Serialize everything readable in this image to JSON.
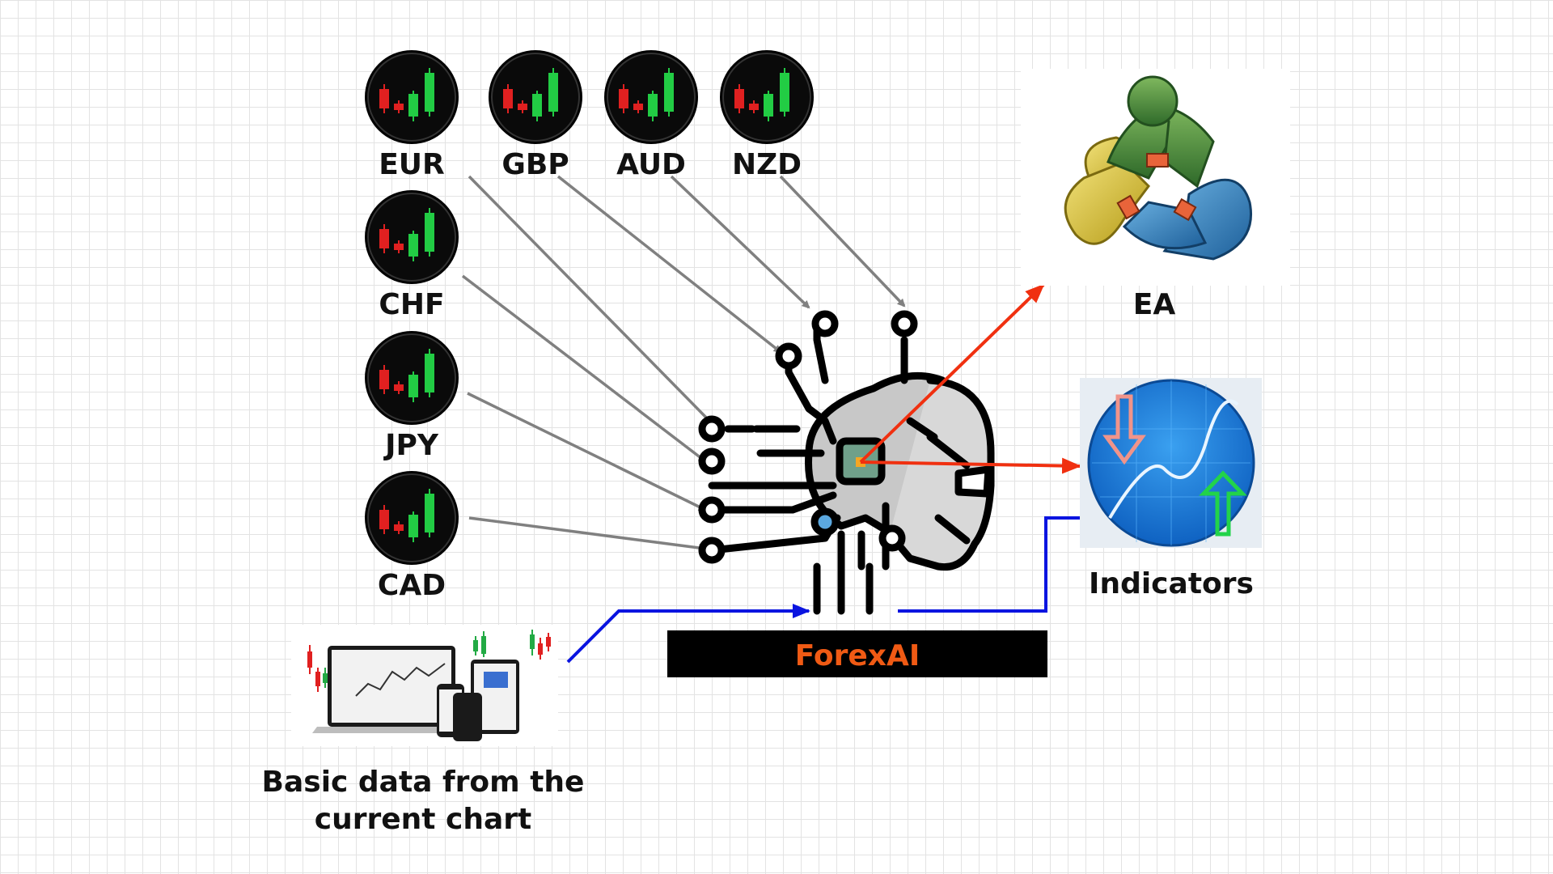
{
  "currencies": [
    "EUR",
    "GBP",
    "AUD",
    "NZD",
    "CHF",
    "JPY",
    "CAD"
  ],
  "source": {
    "label_line1": "Basic data from the",
    "label_line2": "current chart"
  },
  "core": {
    "label": "ForexAI"
  },
  "outputs": {
    "ea_label": "EA",
    "indicators_label": "Indicators"
  },
  "colors": {
    "input_arrow": "#808080",
    "output_arrow": "#f03010",
    "data_flow_arrow": "#0a14e0",
    "core_label": "#f05a14",
    "banner_bg": "#000000",
    "candle_up": "#22cc44",
    "candle_down": "#e02020"
  },
  "icons": {
    "currency_badge": "candlestick-badge-icon",
    "core": "robot-brain-circuit-icon",
    "ea": "metatrader-logo-icon",
    "indicators": "indicator-chart-icon",
    "source": "trading-platform-devices-icon"
  }
}
